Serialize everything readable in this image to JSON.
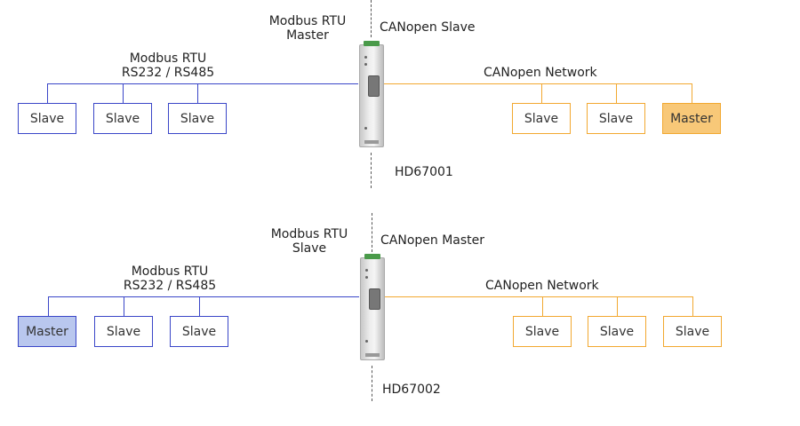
{
  "diagram1": {
    "master_label": "Modbus RTU\nMaster",
    "slave_side_label": "CANopen Slave",
    "bus_label": "Modbus RTU\nRS232 / RS485",
    "network_label": "CANopen Network",
    "device_label": "HD67001",
    "left_boxes": [
      "Slave",
      "Slave",
      "Slave"
    ],
    "right_boxes": [
      "Slave",
      "Slave",
      "Master"
    ]
  },
  "diagram2": {
    "master_label": "Modbus RTU\nSlave",
    "slave_side_label": "CANopen Master",
    "bus_label": "Modbus RTU\nRS232 / RS485",
    "network_label": "CANopen Network",
    "device_label": "HD67002",
    "left_boxes": [
      "Master",
      "Slave",
      "Slave"
    ],
    "right_boxes": [
      "Slave",
      "Slave",
      "Slave"
    ]
  },
  "colors": {
    "modbus_line": "#3a46c8",
    "canopen_line": "#f2a830",
    "master_fill_blue": "#b9c7ee",
    "master_fill_orange": "#f8c878"
  }
}
